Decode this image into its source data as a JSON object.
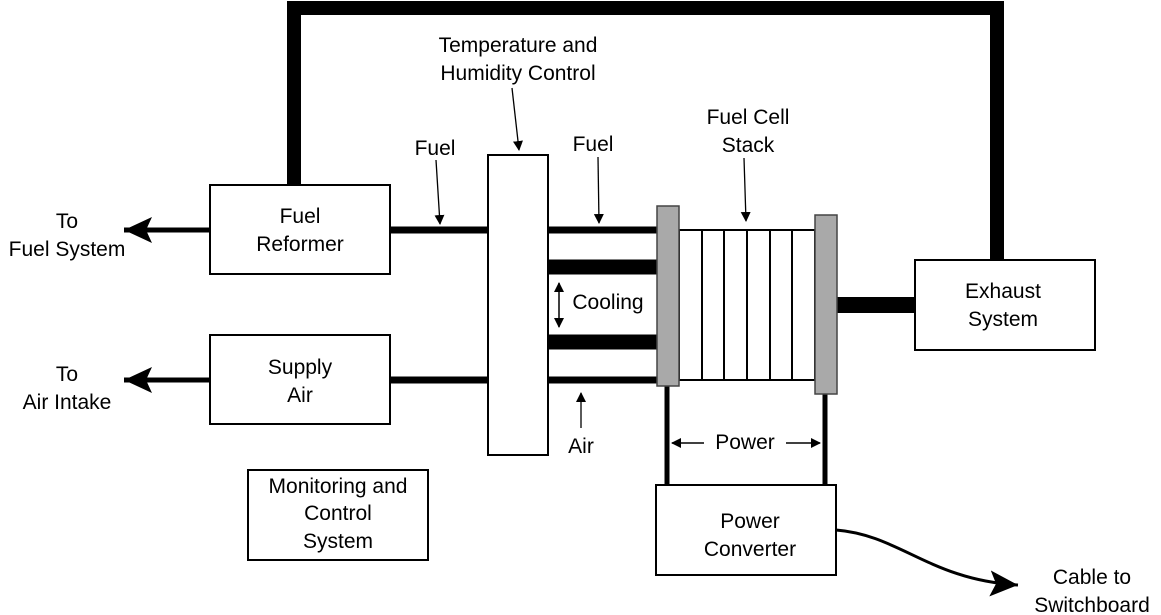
{
  "labels": {
    "thc_title_1": "Temperature and",
    "thc_title_2": "Humidity Control",
    "fuel_left": "Fuel",
    "fuel_right": "Fuel",
    "stack_1": "Fuel Cell",
    "stack_2": "Stack",
    "cooling": "Cooling",
    "air": "Air",
    "power": "Power",
    "to_fuel_1": "To",
    "to_fuel_2": "Fuel System",
    "to_air_1": "To",
    "to_air_2": "Air Intake",
    "cable_1": "Cable to",
    "cable_2": "Switchboard"
  },
  "boxes": {
    "reformer": [
      "Fuel",
      "Reformer"
    ],
    "supply_air": [
      "Supply",
      "Air"
    ],
    "exhaust": [
      "Exhaust",
      "System"
    ],
    "converter": [
      "Power",
      "Converter"
    ],
    "monitoring": [
      "Monitoring and",
      "Control",
      "System"
    ]
  },
  "colors": {
    "line": "#000000",
    "plate": "#a9a9a9"
  }
}
